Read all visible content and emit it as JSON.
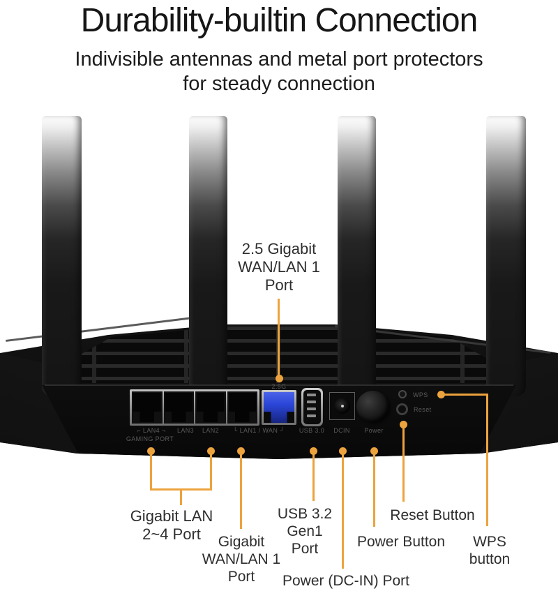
{
  "header": {
    "title": "Durability-builtin Connection",
    "subtitle_line1": "Indivisible antennas and metal port protectors",
    "subtitle_line2": "for steady connection"
  },
  "colors": {
    "accent_orange": "#EDA33D",
    "wan_port_blue": "#2B46D8",
    "body_black": "#161616"
  },
  "panel_labels": {
    "wan_speed": "2.5G",
    "lan4": "⌐ LAN4 ¬",
    "gaming": "GAMING PORT",
    "lan3": "LAN3",
    "lan2": "LAN2",
    "lan1_wan": "└ LAN1 / WAN ┘",
    "usb": "USB 3.0",
    "dcin": "DCIN",
    "power": "Power",
    "wps": "WPS",
    "reset": "Reset"
  },
  "callouts": {
    "wan25": {
      "lines": [
        "2.5 Gigabit",
        "WAN/LAN 1",
        "Port"
      ]
    },
    "lan": {
      "lines": [
        "Gigabit LAN",
        "2~4 Port"
      ]
    },
    "wan1": {
      "lines": [
        "Gigabit",
        "WAN/LAN 1",
        "Port"
      ]
    },
    "usb": {
      "lines": [
        "USB 3.2",
        "Gen1",
        "Port"
      ]
    },
    "dcin": {
      "label": "Power (DC-IN) Port"
    },
    "power": {
      "label": "Power Button"
    },
    "reset": {
      "label": "Reset Button"
    },
    "wps": {
      "lines": [
        "WPS",
        "button"
      ]
    }
  }
}
